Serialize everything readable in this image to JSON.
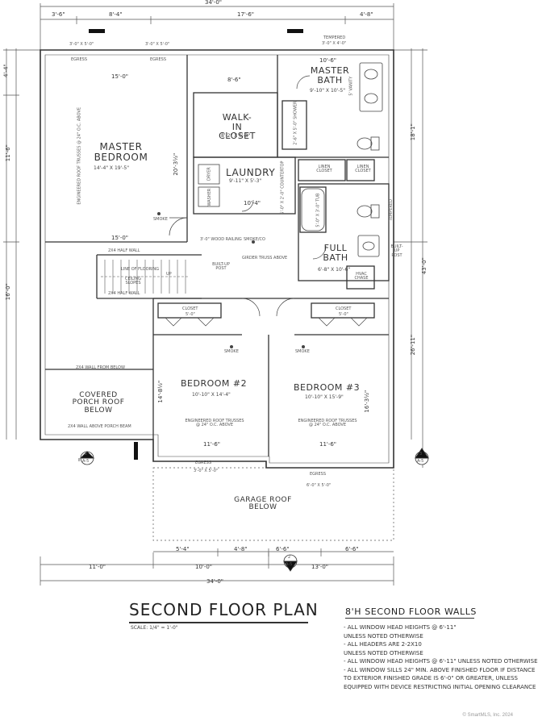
{
  "drawing": {
    "dims_top": {
      "overall": "34'-0\"",
      "a": "3'-6\"",
      "b": "8'-4\"",
      "c": "17'-6\"",
      "d": "4'-8\""
    },
    "dims_bottom": {
      "a": "11'-0\"",
      "b": "10'-0\"",
      "c": "13'-0\"",
      "overall": "34'-0\"",
      "d": "5'-4\"",
      "e": "4'-8\"",
      "f": "6'-6\"",
      "g": "6'-6\""
    },
    "dims_left": {
      "a": "4'-4\"",
      "b": "11'-6\"",
      "c": "16'-0\""
    },
    "dims_right": {
      "a": "18'-1\"",
      "b": "43'-0\"",
      "c": "26'-11\""
    },
    "windows": {
      "top_small": "3'-0\" X 5'-0\"",
      "tempered_top": "TEMPERED",
      "tempered_top_size": "3'-0\" X 4'-0\"",
      "garage_egress": "3'-0\" X 5'-0\"",
      "bedroom3_egress": "6'-0\" X 5'-0\""
    },
    "egress": "EGRESS",
    "tempered": "TEMPERED",
    "master_bedroom": {
      "name": "MASTER BEDROOM",
      "size": "14'-4\" X 19'-5\"",
      "dim_top": "15'-0\"",
      "dim_bottom": "15'-0\"",
      "dim_right": "20'-3½\"",
      "truss": "ENGINEERED ROOF TRUSSES @ 24\" O.C. ABOVE"
    },
    "walk_in_closet": {
      "name": "WALK-IN CLOSET",
      "size": "8'-2\" X 6'-3\"",
      "dim": "8'-6\""
    },
    "master_bath": {
      "name": "MASTER BATH",
      "size": "9'-10\" X 10'-5\"",
      "dim": "10'-6\"",
      "vanity": "5' VANITY",
      "shower": "2'-6\" X 5'-0\" SHOWER"
    },
    "laundry": {
      "name": "LAUNDRY",
      "size": "9'-11\" X 5'-3\"",
      "dryer": "DRYER",
      "washer": "WASHER",
      "counter": "5'-0\" X 2'-0\" COUNTERTOP",
      "dim": "10'-4\""
    },
    "linen1": "LINEN CLOSET",
    "linen2": "LINEN CLOSET",
    "full_bath": {
      "name": "FULL BATH",
      "size": "6'-8\" X 10'-6\"",
      "tub": "5'-0\" X 3'-0\" TUB",
      "hvac": "HVAC CHASE"
    },
    "railing": "3'-0\" WOOD RAILING",
    "smoke_co": "SMOKE/CO",
    "girder": "GIRDER TRUSS ABOVE",
    "built_up": "BUILT-UP POST",
    "up": "UP",
    "half_wall": "2X4 HALF WALL",
    "ceiling_slopes": "CEILING SLOPES",
    "line_of_flooring": "LINE OF FLOORING",
    "closet": "CLOSET",
    "closet_size": "5'-0\"",
    "bedroom2": {
      "name": "BEDROOM #2",
      "size": "10'-10\" X 14'-4\"",
      "dim": "11'-6\"",
      "truss": "ENGINEERED ROOF TRUSSES @ 24\" O.C. ABOVE",
      "height": "14'-8½\""
    },
    "bedroom3": {
      "name": "BEDROOM #3",
      "size": "10'-10\" X 15'-9\"",
      "dim": "11'-6\"",
      "truss": "ENGINEERED ROOF TRUSSES @ 24\" O.C. ABOVE",
      "height": "16'-3½\""
    },
    "smoke": "SMOKE",
    "covered_porch": "COVERED PORCH ROOF BELOW",
    "porch_wall_top": "2X4 WALL FROM BELOW",
    "porch_wall_bottom": "2X4 WALL ABOVE PORCH BEAM",
    "garage_roof": "GARAGE ROOF BELOW",
    "section_a3": "A3",
    "section_a5": "A-5",
    "section_num": "2",
    "section_a3r": "3",
    "section_a5r": "A-5"
  },
  "title": {
    "main": "SECOND FLOOR PLAN",
    "scale": "SCALE: 1/4\" = 1'-0\""
  },
  "walls": {
    "title": "8'H SECOND FLOOR WALLS"
  },
  "notes": [
    "- ALL WINDOW HEAD HEIGHTS @ 6'-11\"",
    "  UNLESS NOTED OTHERWISE",
    "- ALL HEADERS ARE 2-2X10",
    "  UNLESS NOTED OTHERWISE",
    "- ALL WINDOW HEAD HEIGHTS @ 6'-11\" UNLESS NOTED OTHERWISE",
    "- ALL WINDOW SILLS 24\" MIN. ABOVE FINISHED FLOOR IF DISTANCE",
    "  TO EXTERIOR FINISHED GRADE IS 6'-0\" OR GREATER, UNLESS",
    "  EQUIPPED WITH DEVICE RESTRICTING INITIAL OPENING CLEARANCE"
  ],
  "copyright": "© SmartMLS, Inc. 2024"
}
